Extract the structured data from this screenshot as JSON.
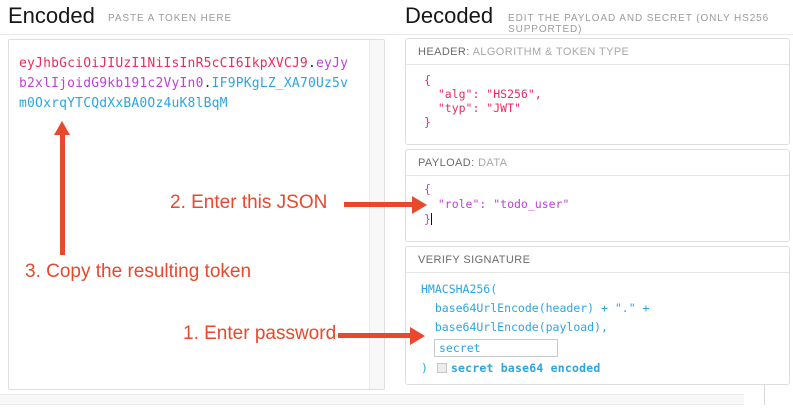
{
  "encoded": {
    "title": "Encoded",
    "subtitle": "PASTE A TOKEN HERE",
    "token": {
      "parts": {
        "header": "eyJhbGciOiJIUzI1NiIsInR5cCI6IkpXVCJ9",
        "payload": "eyJyb2xlIjoidG9kb191c2VyIn0",
        "signature": "IF9PKgLZ_XA70Uz5vm0OxrqYTCQdXxBA0Oz4uK8lBqM"
      },
      "display": {
        "seg1": "eyJhbGciOiJIUzI1NiIsInR5cCI6IkpXVCJ9",
        "dot": ".",
        "seg2a": "eyJy",
        "seg2b": "b2xlIjoidG9kb191c2VyIn0",
        "seg3a": "IF9PKgLZ_XA70Uz5v",
        "seg3b": "m0OxrqYTCQdXxBA0Oz4uK8lBqM"
      }
    }
  },
  "decoded": {
    "title": "Decoded",
    "subtitle": "EDIT THE PAYLOAD AND SECRET (ONLY HS256 SUPPORTED)",
    "header_box": {
      "title_primary": "HEADER:",
      "title_secondary": "ALGORITHM & TOKEN TYPE",
      "code": "{\n  \"alg\": \"HS256\",\n  \"typ\": \"JWT\"\n}"
    },
    "payload_box": {
      "title_primary": "PAYLOAD:",
      "title_secondary": "DATA",
      "code": "{\n  \"role\": \"todo_user\"\n}"
    },
    "signature_box": {
      "title": "VERIFY SIGNATURE",
      "line1": "HMACSHA256(",
      "line2": "  base64UrlEncode(header) + \".\" +",
      "line3": "  base64UrlEncode(payload),",
      "secret_value": "secret",
      "close_paren": ")",
      "checkbox_label": "secret base64 encoded",
      "checkbox_checked": false
    }
  },
  "annotations": {
    "step1": "1. Enter password",
    "step2": "2. Enter this JSON",
    "step3": "3. Copy the resulting token"
  },
  "colors": {
    "header_red": "#ee2a5e",
    "payload_purple": "#bf3fdc",
    "signature_cyan": "#2ba6e2",
    "annotation_orange": "#e8482b"
  }
}
